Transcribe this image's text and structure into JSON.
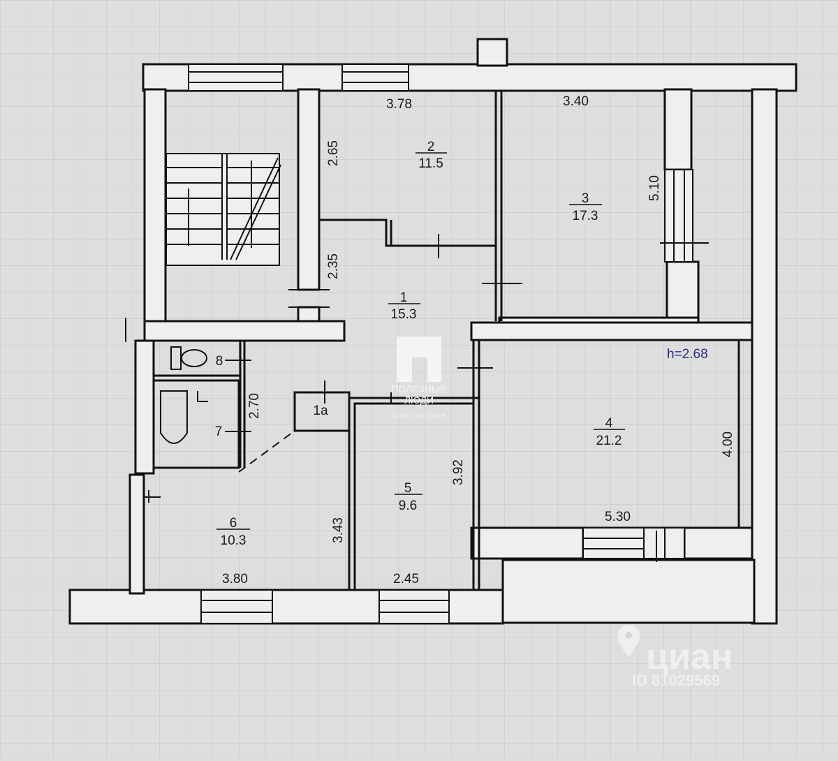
{
  "rooms": [
    {
      "number": "1",
      "area": "15.3"
    },
    {
      "number": "2",
      "area": "11.5"
    },
    {
      "number": "3",
      "area": "17.3"
    },
    {
      "number": "4",
      "area": "21.2"
    },
    {
      "number": "5",
      "area": "9.6"
    },
    {
      "number": "6",
      "area": "10.3"
    },
    {
      "number": "7",
      "area": ""
    },
    {
      "number": "8",
      "area": ""
    },
    {
      "number": "1a",
      "area": ""
    }
  ],
  "dimensions": [
    "3.78",
    "3.40",
    "2.65",
    "5.10",
    "2.35",
    "2.70",
    "3.92",
    "4.00",
    "3.43",
    "5.30",
    "3.80",
    "2.45"
  ],
  "ceiling_height": "h=2.68",
  "watermarks": {
    "agency_line1": "ПОЛЕЗНЫЕ",
    "agency_line2": "ЛЮДИ",
    "agency_tagline": "Союз риэлторов",
    "portal": "циан",
    "listing_id": "ID 81029569"
  }
}
